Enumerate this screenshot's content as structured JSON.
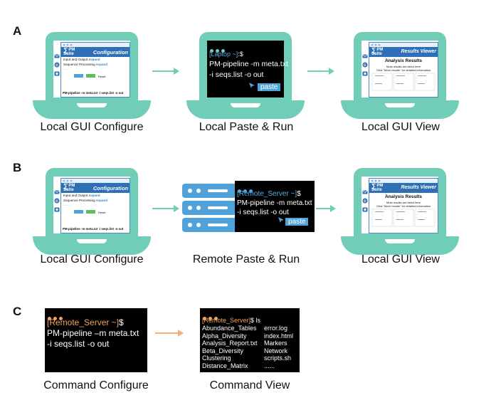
{
  "rows": {
    "a": "A",
    "b": "B",
    "c": "C"
  },
  "captions": {
    "a1": "Local GUI Configure",
    "a2": "Local Paste & Run",
    "a3": "Local GUI View",
    "b1": "Local GUI Configure",
    "b2": "Remote Paste & Run",
    "b3": "Local GUI View",
    "c1": "Command Configure",
    "c2": "Command View"
  },
  "gui": {
    "brand_line1": "PM",
    "brand_line2": "Suite",
    "title": "Configuration",
    "item1": "Input and Output",
    "item2": "Sequence Processing",
    "expand": "expand",
    "more": "- - - -",
    "reset": "Reset",
    "command": "PM-pipeline -m meta.txt -i seqs.list -o out"
  },
  "viewer": {
    "title": "Results Viewer",
    "heading": "Analysis Results",
    "line1": "Most results are listed here",
    "line2": "Click \"More results\" for detailed information"
  },
  "laptop_term": {
    "prompt": "[Laptop ~]",
    "prompt_end": ":$",
    "line1": "PM-pipeline -m meta.txt",
    "line2": "-i seqs.list -o out",
    "paste": "paste"
  },
  "remote_term": {
    "prompt": "[Remote_Server ~]",
    "prompt_end": "$",
    "line1": "PM-pipeline -m meta.txt",
    "line2": "-i seqs.list -o out",
    "paste": "paste"
  },
  "cmd_term": {
    "prompt": "[Remote_Server ~]",
    "prompt_end": "$",
    "line1": "PM-pipeline –m meta.txt",
    "line2": "-i seqs.list -o out"
  },
  "ls_term": {
    "prompt": "[Remote_Server]",
    "prompt_end": "$ ls",
    "col1": [
      "Abundance_Tables",
      "Alpha_Diversity",
      "Analysis_Report.txt",
      "Beta_Diversity",
      "Clustering",
      "Distance_Matrix"
    ],
    "col2": [
      "error.log",
      "index.html",
      "Markers",
      "Network",
      "scripts.sh",
      "......"
    ]
  },
  "colors": {
    "laptop": "#6fcdb8",
    "accent_blue": "#4fa3d8",
    "header_blue": "#2e6fb5",
    "prompt_orange": "#f3a35c",
    "prompt_blue": "#4fb0e8"
  }
}
